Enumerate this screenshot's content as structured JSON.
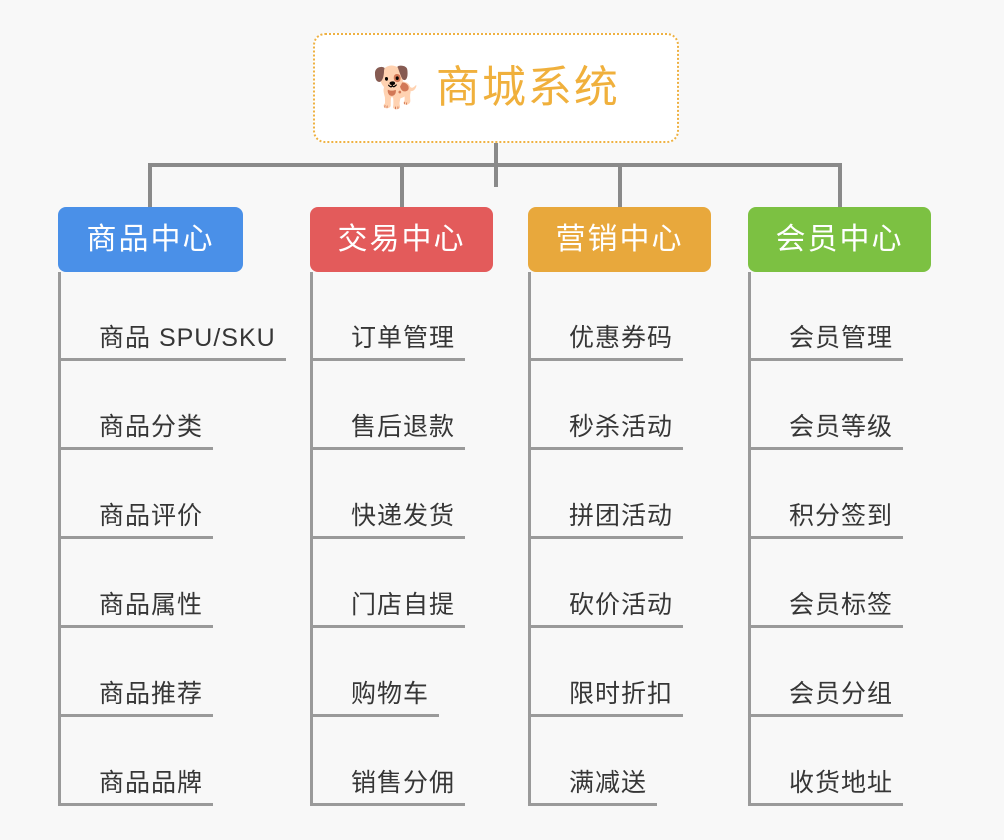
{
  "background_color": "#f8f8f8",
  "root": {
    "icon": "shiba-dog-emoji",
    "emoji": "🐕",
    "title": "商城系统",
    "border_color": "#eeb142",
    "text_color": "#f0b03c",
    "fill_color": "#ffffff"
  },
  "connector_color": "#8a8a8a",
  "leaf_line_color": "#9a9a9a",
  "leaf_text_color": "#363636",
  "branches": [
    {
      "id": "product-center",
      "label": "商品中心",
      "color": "#4a90e8",
      "items": [
        {
          "label": "商品 SPU/SKU"
        },
        {
          "label": "商品分类"
        },
        {
          "label": "商品评价"
        },
        {
          "label": "商品属性"
        },
        {
          "label": "商品推荐"
        },
        {
          "label": "商品品牌"
        }
      ]
    },
    {
      "id": "trade-center",
      "label": "交易中心",
      "color": "#e35b5b",
      "items": [
        {
          "label": "订单管理"
        },
        {
          "label": "售后退款"
        },
        {
          "label": "快递发货"
        },
        {
          "label": "门店自提"
        },
        {
          "label": "购物车"
        },
        {
          "label": "销售分佣"
        }
      ]
    },
    {
      "id": "marketing-center",
      "label": "营销中心",
      "color": "#e8a83c",
      "items": [
        {
          "label": "优惠券码"
        },
        {
          "label": "秒杀活动"
        },
        {
          "label": "拼团活动"
        },
        {
          "label": "砍价活动"
        },
        {
          "label": "限时折扣"
        },
        {
          "label": "满减送"
        }
      ]
    },
    {
      "id": "member-center",
      "label": "会员中心",
      "color": "#7cc142",
      "items": [
        {
          "label": "会员管理"
        },
        {
          "label": "会员等级"
        },
        {
          "label": "积分签到"
        },
        {
          "label": "会员标签"
        },
        {
          "label": "会员分组"
        },
        {
          "label": "收货地址"
        }
      ]
    }
  ]
}
